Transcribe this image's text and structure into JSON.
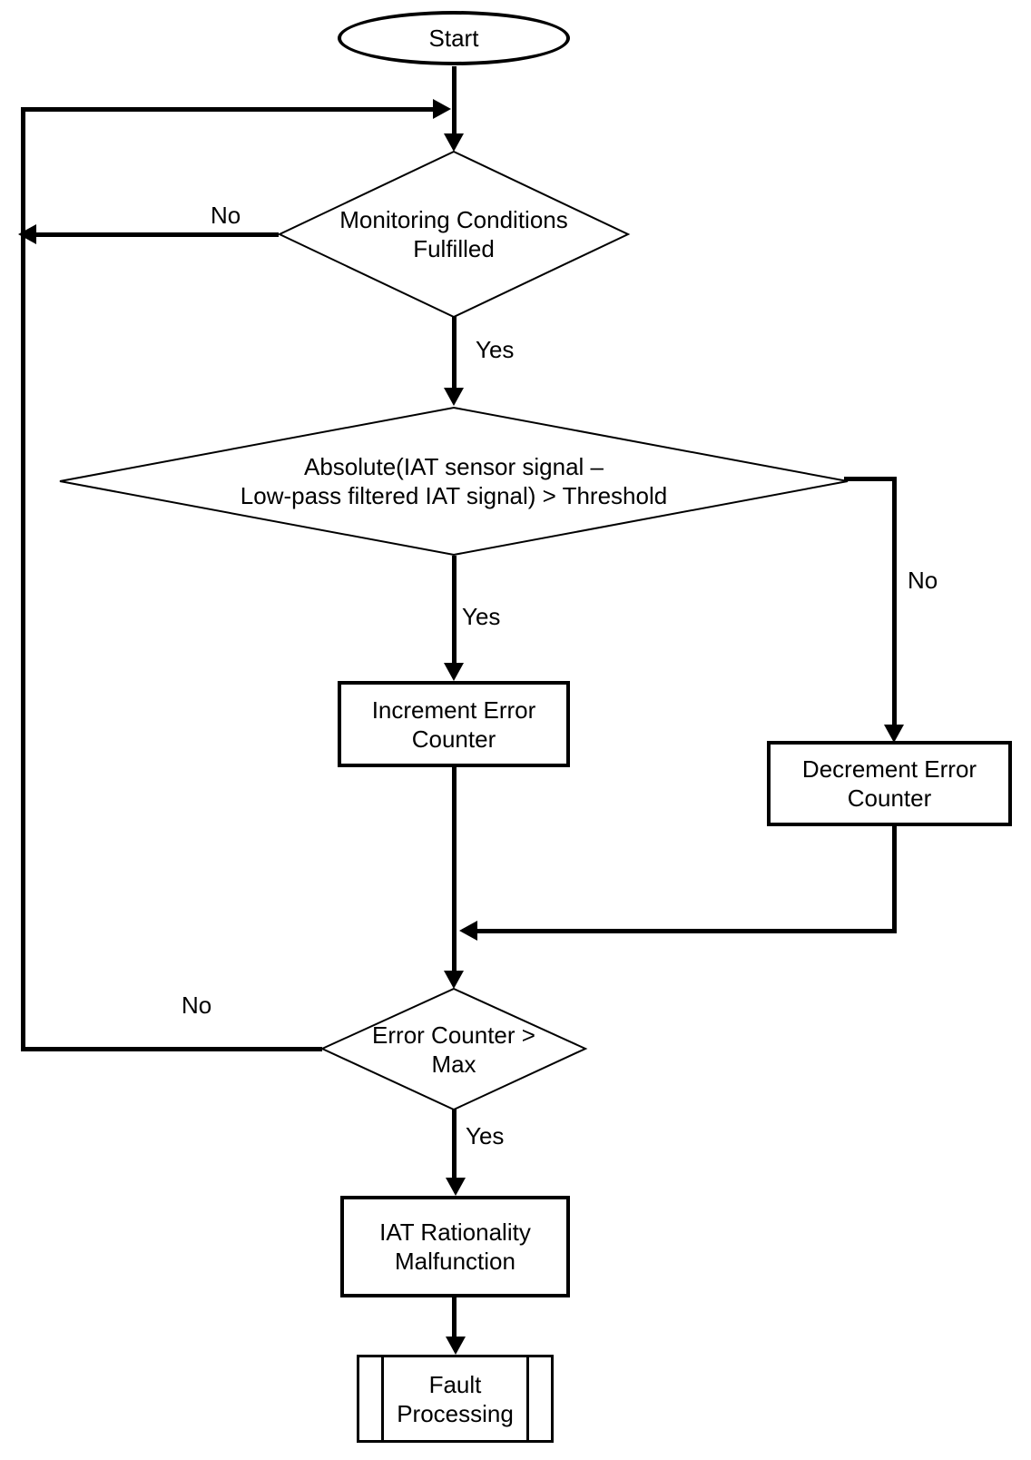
{
  "colors": {
    "ink": "#000000",
    "background": "#ffffff"
  },
  "nodes": {
    "start": {
      "label": "Start"
    },
    "monitoring_conditions": {
      "line1": "Monitoring Conditions",
      "line2": "Fulfilled"
    },
    "threshold_check": {
      "line1": "Absolute(IAT sensor signal –",
      "line2": "Low-pass filtered IAT signal) > Threshold"
    },
    "increment": {
      "line1": "Increment Error",
      "line2": "Counter"
    },
    "decrement": {
      "line1": "Decrement Error",
      "line2": "Counter"
    },
    "error_counter_max": {
      "line1": "Error Counter >",
      "line2": "Max"
    },
    "iat_malfunction": {
      "line1": "IAT Rationality",
      "line2": "Malfunction"
    },
    "fault_processing": {
      "line1": "Fault",
      "line2": "Processing"
    }
  },
  "edge_labels": {
    "monitoring_no": "No",
    "monitoring_yes": "Yes",
    "threshold_yes": "Yes",
    "threshold_no": "No",
    "error_no": "No",
    "error_yes": "Yes"
  }
}
